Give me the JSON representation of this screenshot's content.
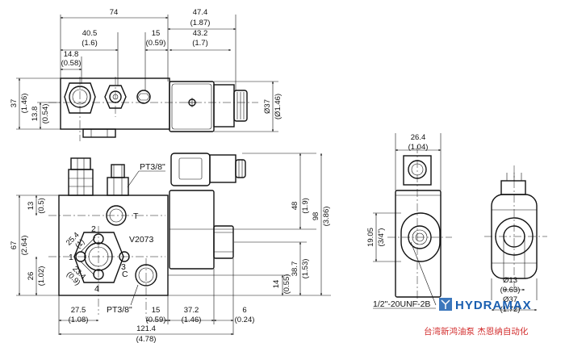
{
  "dimensions": {
    "d74": "74",
    "d47_4": "47.4",
    "d47_4_in": "(1.87)",
    "d40_5": "40.5",
    "d40_5_in": "(1.6)",
    "d15a": "15",
    "d15a_in": "(0.59)",
    "d43_2": "43.2",
    "d43_2_in": "(1.7)",
    "d14_8": "14.8",
    "d14_8_in": "(0.58)",
    "d37": "37",
    "d37_in": "(1.46)",
    "d13_8": "13.8",
    "d13_8_in": "(0.54)",
    "dia37": "Ø37",
    "dia37_in": "(Ø1.46)",
    "d13": "13",
    "d13_in": "(0.5)",
    "d67": "67",
    "d67_in": "(2.64)",
    "d26": "26",
    "d26_in": "(1.02)",
    "d25_4": "25.4",
    "d25_4_in": "(1)",
    "d23_4": "23.4",
    "d23_4_in": "(0.9)",
    "d48": "48",
    "d48_in": "(1.9)",
    "d98": "98",
    "d98_in": "(3.86)",
    "d38_7": "38.7",
    "d38_7_in": "(1.53)",
    "d14": "14",
    "d14_in": "(0.55)",
    "d27_5": "27.5",
    "d27_5_in": "(1.08)",
    "d15b": "15",
    "d15b_in": "(0.59)",
    "d37_2": "37.2",
    "d37_2_in": "(1.46)",
    "d6": "6",
    "d6_in": "(0.24)",
    "d121_4": "121.4",
    "d121_4_in": "(4.78)",
    "d26_4": "26.4",
    "d26_4_in": "(1.04)",
    "d19_05": "19.05",
    "d19_05_in": "(3/4\")",
    "dia13": "Ø13",
    "dia13_in": "(0.63)",
    "dia37b": "Ø37",
    "dia37b_in": "(1.72)"
  },
  "labels": {
    "port_top": "PT3/8\"",
    "port_bottom": "PT3/8\"",
    "port_t": "T",
    "port_c": "C",
    "model": "V2073",
    "p1": "1",
    "p2": "2",
    "p3": "3",
    "p4": "4",
    "thread": "1/2\"-20UNF-2B"
  },
  "branding": {
    "logo_text": "HYDRAMAX",
    "tagline": "台湾新鸿油泵 杰恩纳自动化"
  },
  "colors": {
    "logo_blue": "#1a5fb0",
    "tagline_red": "#d22b2b"
  }
}
